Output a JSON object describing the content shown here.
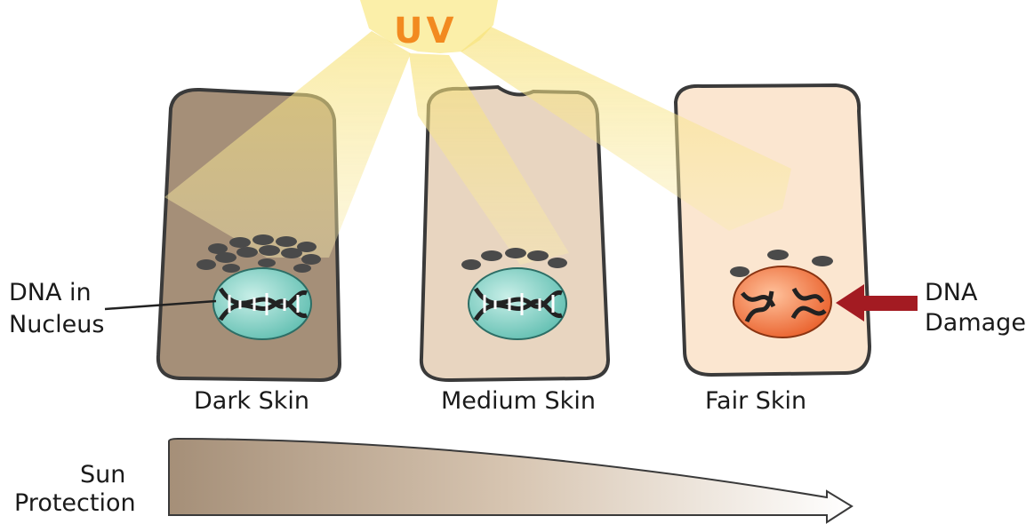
{
  "uv_label": "UV",
  "cells": [
    {
      "label": "Dark Skin",
      "fill": "#a58f78",
      "melanin_caps": 14,
      "dna_state": "intact"
    },
    {
      "label": "Medium Skin",
      "fill": "#e8d5c0",
      "melanin_caps": 5,
      "dna_state": "intact"
    },
    {
      "label": "Fair Skin",
      "fill": "#fbe6d0",
      "melanin_caps": 3,
      "dna_state": "damaged"
    }
  ],
  "callouts": {
    "dna_in_nucleus": [
      "DNA in",
      "Nucleus"
    ],
    "dna_damage": [
      "DNA",
      "Damage"
    ]
  },
  "protection_axis": {
    "label": [
      "Sun",
      "Protection"
    ],
    "gradient_from": "#a58f78",
    "gradient_to": "#ffffff"
  },
  "colors": {
    "uv_light": "#f8e58a",
    "nucleus": "#6fc9bd",
    "damaged_nucleus": "#ef7a45",
    "damage_arrow": "#a31b22",
    "cell_outline": "#3a3a3a"
  }
}
